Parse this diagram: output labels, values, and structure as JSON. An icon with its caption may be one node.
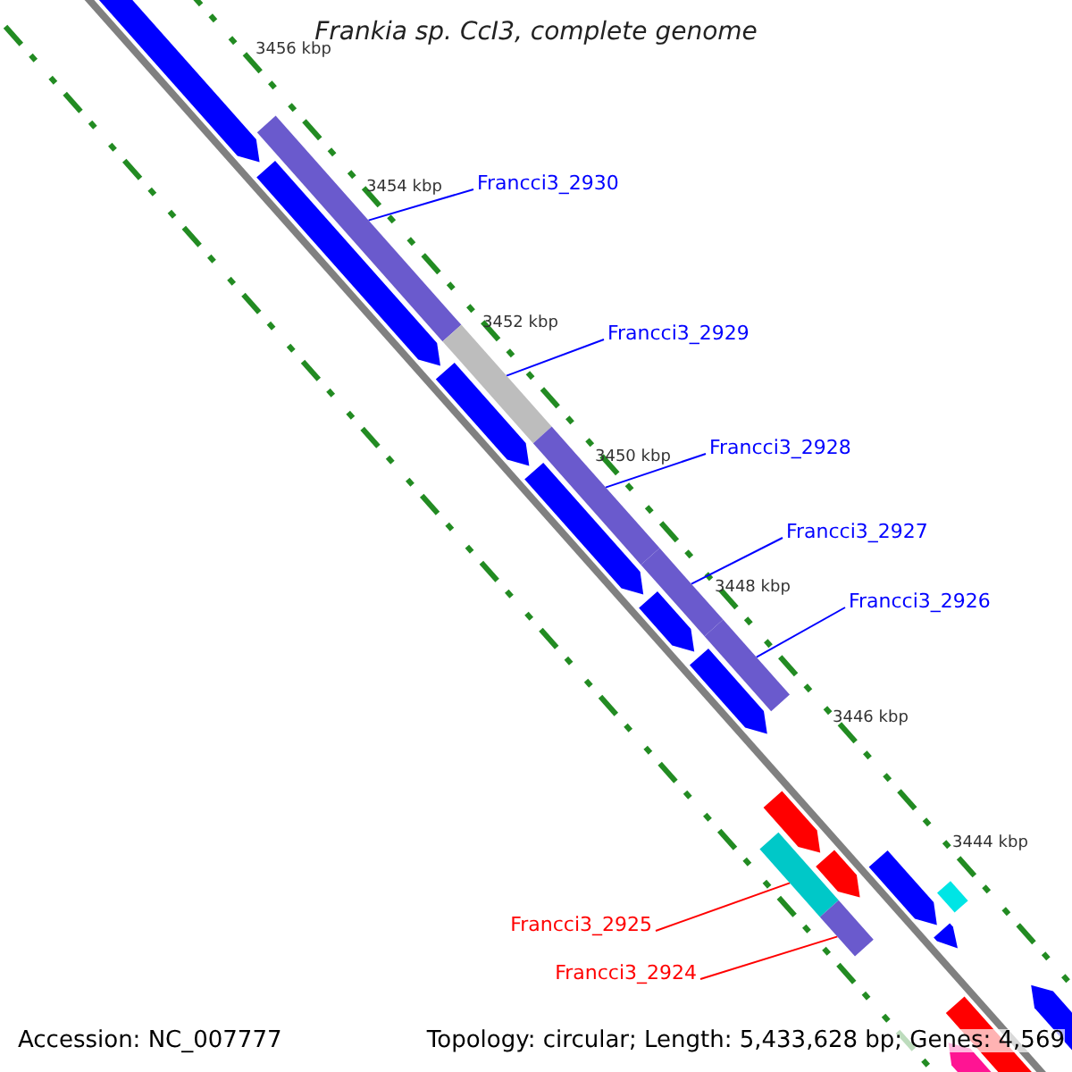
{
  "diagram": {
    "title": "Frankia sp. CcI3, complete genome",
    "nodes": [
      {
        "text": [
          "Francci3_2930"
        ]
      },
      {
        "text": [
          "Francci3_2929"
        ]
      },
      {
        "text": [
          "Francci3_2928"
        ]
      },
      {
        "text": [
          "Francci3_2927"
        ]
      },
      {
        "text": [
          "Francci3_2926"
        ]
      },
      {
        "text": [
          "Francci3_2925"
        ]
      },
      {
        "text": [
          "Francci3_2924"
        ]
      },
      {
        "text": [],
        "shape": "bar"
      },
      {
        "text": [],
        "shape": "bar"
      },
      {
        "text": [],
        "shape": "bar"
      },
      {
        "text": [],
        "shape": "bar"
      },
      {
        "text": [],
        "shape": "bar"
      },
      {
        "text": [],
        "shape": "bar"
      },
      {
        "text": [],
        "shape": "bar"
      }
    ],
    "edges": [
      {
        "from": 0,
        "to": 7,
        "arrow": "none"
      },
      {
        "from": 1,
        "to": 8,
        "arrow": "none"
      },
      {
        "from": 2,
        "to": 9,
        "arrow": "none"
      },
      {
        "from": 3,
        "to": 10,
        "arrow": "none"
      },
      {
        "from": 4,
        "to": 11,
        "arrow": "none"
      },
      {
        "from": 5,
        "to": 12,
        "arrow": "none",
        "color": "#ff0000"
      },
      {
        "from": 6,
        "to": 13,
        "arrow": "none",
        "color": "#ff0000"
      }
    ],
    "labels": [
      "3456 kbp",
      "3454 kbp",
      "3452 kbp",
      "3450 kbp",
      "3448 kbp",
      "3446 kbp",
      "3444 kbp",
      "Accession: NC_007777",
      "Topology: circular; Length: 5,433,628 bp; Genes: 4,569"
    ]
  }
}
